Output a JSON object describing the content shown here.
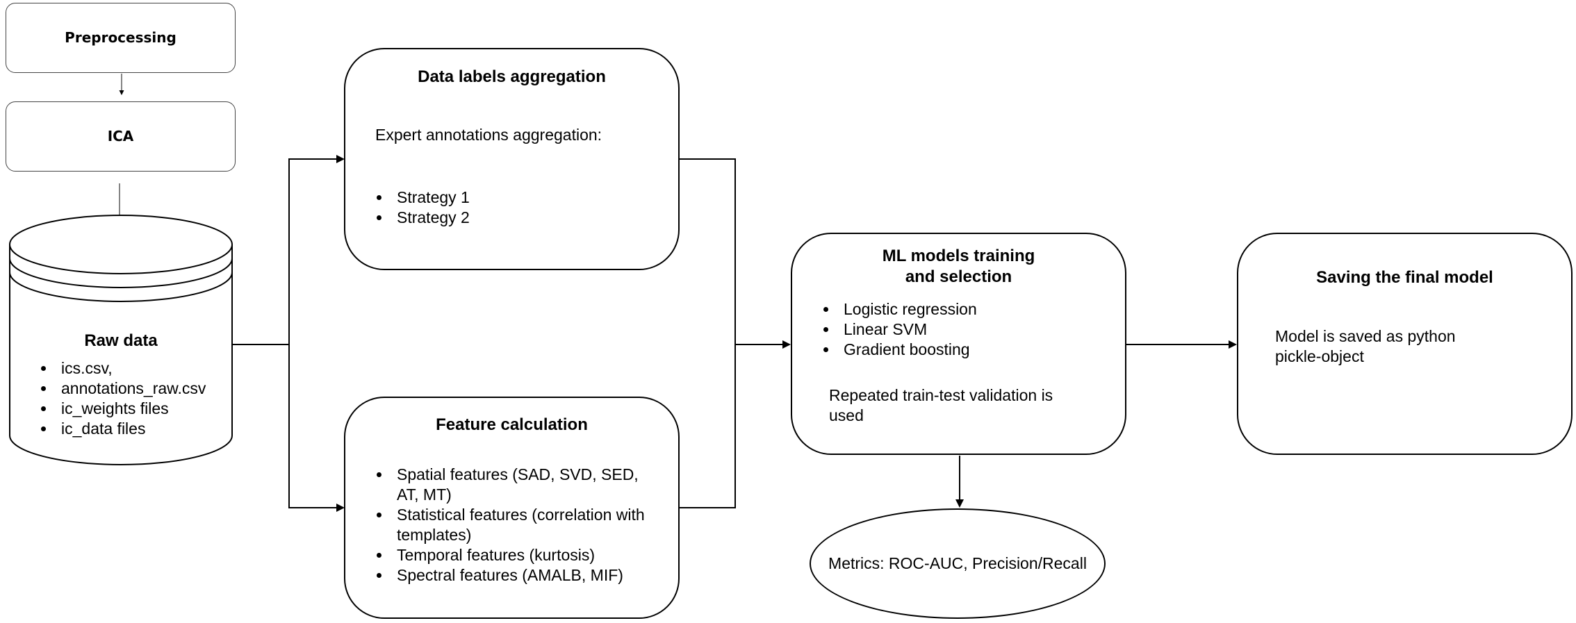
{
  "preprocessing": {
    "title": "Preprocessing"
  },
  "ica": {
    "title": "ICA"
  },
  "raw_data": {
    "title": "Raw data",
    "items": [
      "ics.csv,",
      "annotations_raw.csv",
      "ic_weights files",
      "ic_data files"
    ]
  },
  "labels": {
    "title": "Data labels aggregation",
    "subtitle": "Expert annotations aggregation:",
    "items": [
      "Strategy 1",
      "Strategy 2"
    ]
  },
  "features": {
    "title": "Feature calculation",
    "items": [
      [
        "Spatial features (SAD, SVD, SED,",
        "AT, MT)"
      ],
      [
        "Statistical features (correlation with",
        "templates)"
      ],
      [
        "Temporal features (kurtosis)"
      ],
      [
        "Spectral features (AMALB, MIF)"
      ]
    ]
  },
  "ml": {
    "title_line1": "ML models training",
    "title_line2": "and selection",
    "items": [
      "Logistic regression",
      "Linear SVM",
      "Gradient boosting"
    ],
    "note_line1": "Repeated train-test validation is",
    "note_line2": "used"
  },
  "metrics": {
    "label": "Metrics: ROC-AUC, Precision/Recall"
  },
  "final": {
    "title": "Saving the final model",
    "text_line1": "Model is saved as python",
    "text_line2": "pickle-object"
  }
}
